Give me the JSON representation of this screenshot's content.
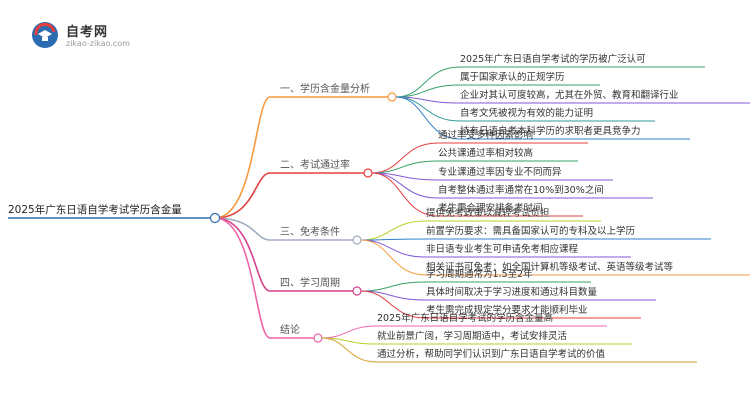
{
  "logo": {
    "title": "自考网",
    "url": "zikao-zikao.com",
    "icon": "graduation-cap-icon",
    "colors": {
      "primary": "#2b6cb0",
      "accent": "#e53e3e"
    }
  },
  "root": {
    "label": "2025年广东日语自学考试学历含金量"
  },
  "branches": [
    {
      "label": "一、学历含金量分析",
      "color": "#f6993f",
      "leaves": [
        {
          "label": "2025年广东日语自学考试的学历被广泛认可",
          "color": "#38a169"
        },
        {
          "label": "属于国家承认的正规学历",
          "color": "#38a169"
        },
        {
          "label": "企业对其认可度较高，尤其在外贸、教育和翻译行业",
          "color": "#805ad5"
        },
        {
          "label": "自考文凭被视为有效的能力证明",
          "color": "#319795"
        },
        {
          "label": "持有日语自考本科学历的求职者更具竞争力",
          "color": "#3182ce"
        }
      ]
    },
    {
      "label": "二、考试通过率",
      "color": "#e53e3e",
      "leaves": [
        {
          "label": "通过率受多种因素影响",
          "color": "#e53e3e"
        },
        {
          "label": "公共课通过率相对较高",
          "color": "#38a169"
        },
        {
          "label": "专业课通过率因专业不同而异",
          "color": "#805ad5"
        },
        {
          "label": "自考整体通过率通常在10%到30%之间",
          "color": "#805ad5"
        },
        {
          "label": "考生需合理安排备考时间",
          "color": "#e53e3e"
        }
      ]
    },
    {
      "label": "三、免考条件",
      "color": "#a0aec0",
      "leaves": [
        {
          "label": "提供免考政策以减轻考试负担",
          "color": "#b7d124"
        },
        {
          "label": "前置学历要求：需具备国家认可的专科及以上学历",
          "color": "#3182ce"
        },
        {
          "label": "非日语专业考生可申请免考相应课程",
          "color": "#805ad5"
        },
        {
          "label": "相关证书可免考：如全国计算机等级考试、英语等级考试等",
          "color": "#f6993f"
        }
      ]
    },
    {
      "label": "四、学习周期",
      "color": "#d53f8c",
      "leaves": [
        {
          "label": "学习周期通常为1.5至2年",
          "color": "#38a169"
        },
        {
          "label": "具体时间取决于学习进度和通过科目数量",
          "color": "#805ad5"
        },
        {
          "label": "考生需完成规定学分要求才能顺利毕业",
          "color": "#e53e3e"
        }
      ]
    },
    {
      "label": "结论",
      "color": "#ed64a6",
      "leaves": [
        {
          "label": "2025年广东日语自学考试的学历含金量高",
          "color": "#ed64a6"
        },
        {
          "label": "就业前景广阔，学习周期适中，考试安排灵活",
          "color": "#b7d124"
        },
        {
          "label": "通过分析，帮助同学们认识到广东日语自学考试的价值",
          "color": "#d69e2e"
        }
      ]
    }
  ]
}
